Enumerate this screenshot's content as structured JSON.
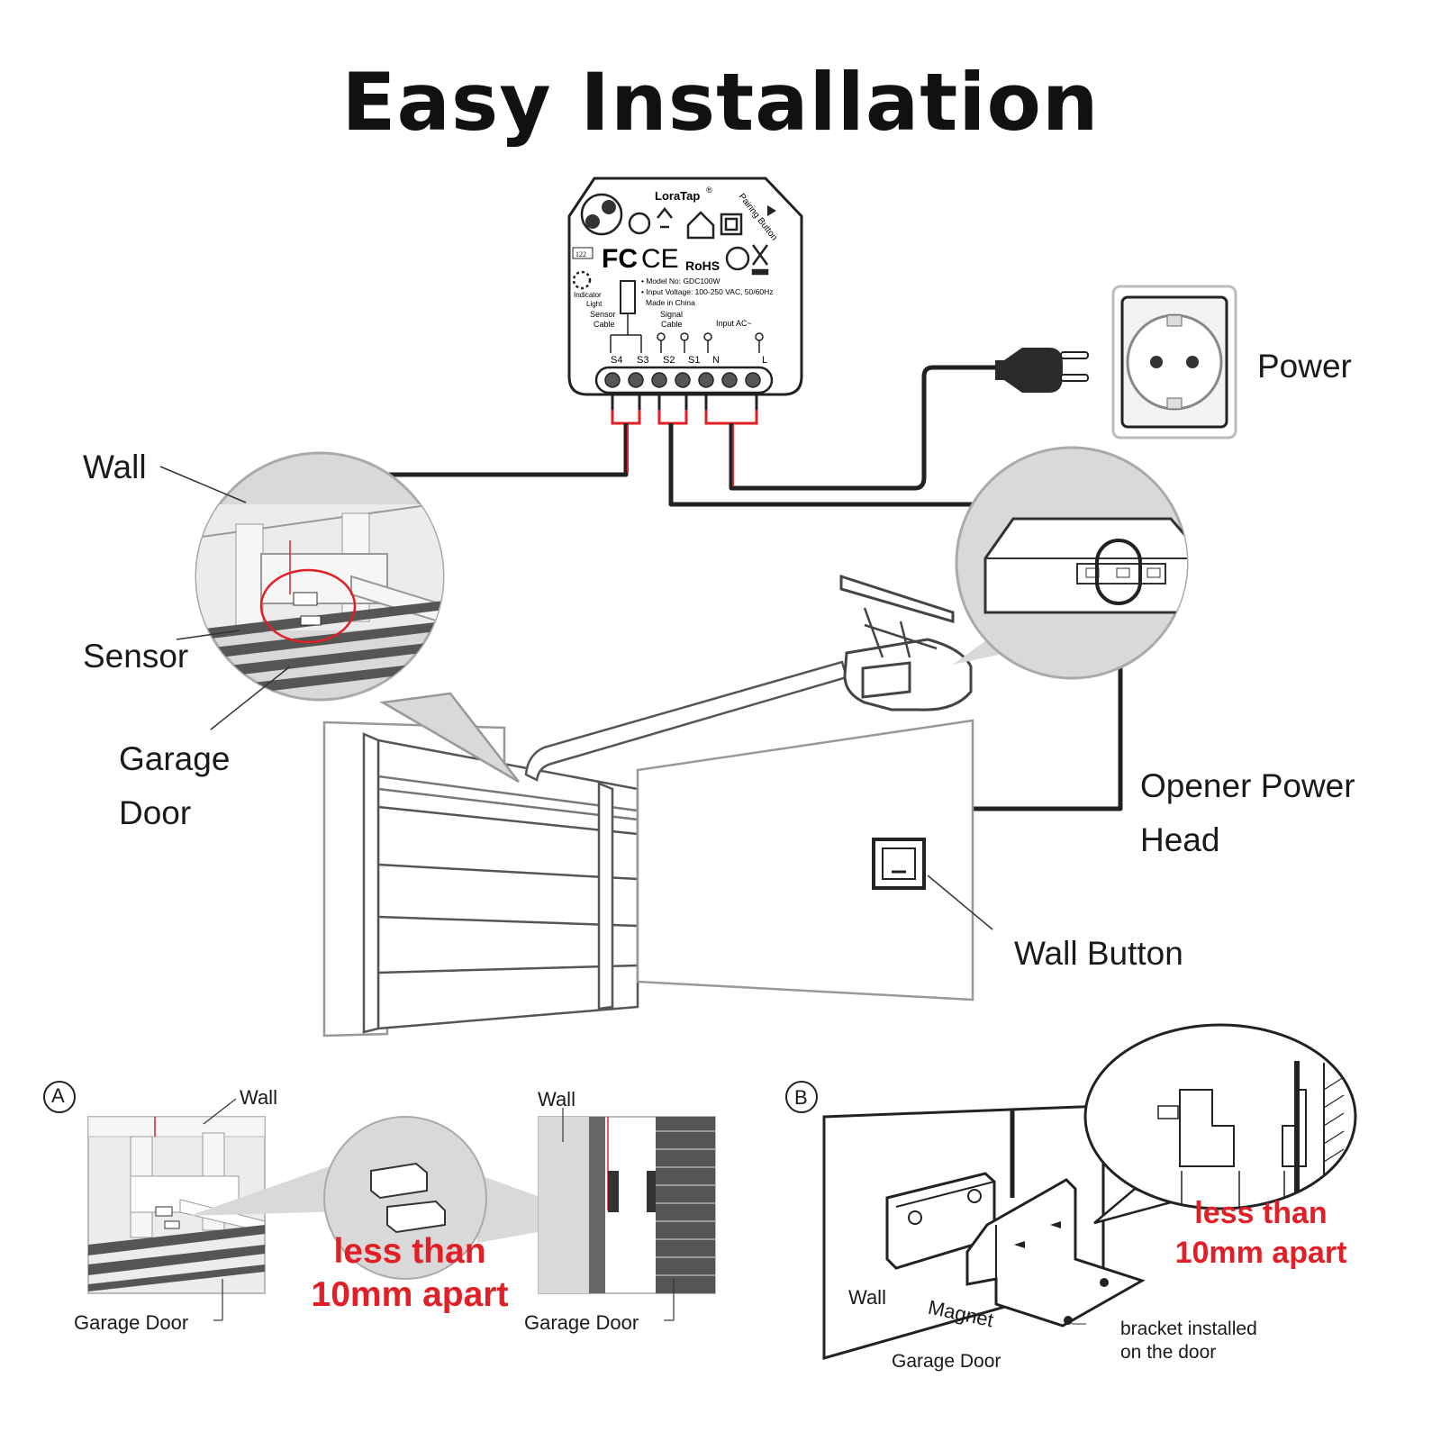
{
  "title": "Easy Installation",
  "colors": {
    "accent_red": "#e21f26",
    "line_dark": "#222222",
    "gray_fill": "#d9d9d9",
    "light_gray": "#ececec"
  },
  "device": {
    "brand": "LoraTap",
    "brand_mark": "®",
    "pairing_button": "Pairing Button",
    "model": "• Model No: GDC100W",
    "voltage": "• Input Voltage: 100-250 VAC, 50/60Hz",
    "made_in": "Made in China",
    "indicator_light": [
      "Indicator",
      "Light"
    ],
    "sensor_cable": [
      "Sensor",
      "Cable"
    ],
    "signal_cable": [
      "Signal",
      "Cable"
    ],
    "input_ac": "Input AC~",
    "terminals": [
      "S4",
      "S3",
      "S2",
      "S1",
      "N",
      "L"
    ],
    "rating_box": "122",
    "cert_fc": "FC",
    "cert_ce": "CE",
    "cert_rohs": "RoHS"
  },
  "labels": {
    "wall": "Wall",
    "sensor": "Sensor",
    "garage_door": [
      "Garage",
      "Door"
    ],
    "power": "Power",
    "opener_power_head": [
      "Opener Power",
      "Head"
    ],
    "wall_button": "Wall Button"
  },
  "section_a": {
    "marker": "A",
    "wall_left": "Wall",
    "wall_right": "Wall",
    "garage_door_left": "Garage Door",
    "garage_door_right": "Garage Door",
    "distance": [
      "less than",
      "10mm apart"
    ]
  },
  "section_b": {
    "marker": "B",
    "wall": "Wall",
    "magnet": "Magnet",
    "garage_door": "Garage Door",
    "bracket": [
      "bracket installed",
      "on the door"
    ],
    "distance": [
      "less than",
      "10mm apart"
    ]
  }
}
